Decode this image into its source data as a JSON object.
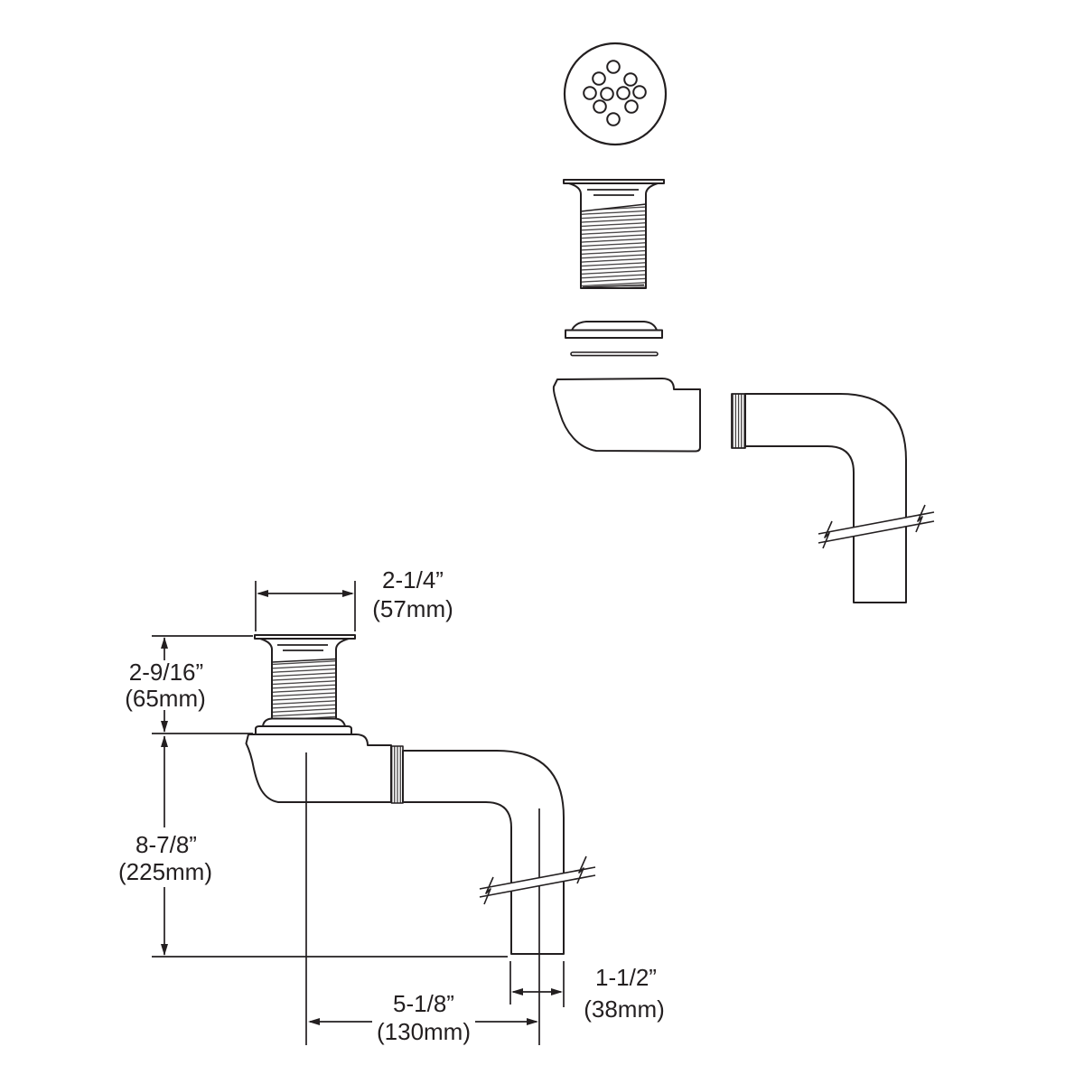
{
  "line_color": "#231f20",
  "dimensions": {
    "flange_width": {
      "imperial": "2-1/4”",
      "metric": "(57mm)"
    },
    "tailpiece_height": {
      "imperial": "2-9/16”",
      "metric": "(65mm)"
    },
    "overall_depth": {
      "imperial": "8-7/8”",
      "metric": "(225mm)"
    },
    "outlet_offset": {
      "imperial": "5-1/8”",
      "metric": "(130mm)"
    },
    "pipe_diameter": {
      "imperial": "1-1/2”",
      "metric": "(38mm)"
    }
  }
}
